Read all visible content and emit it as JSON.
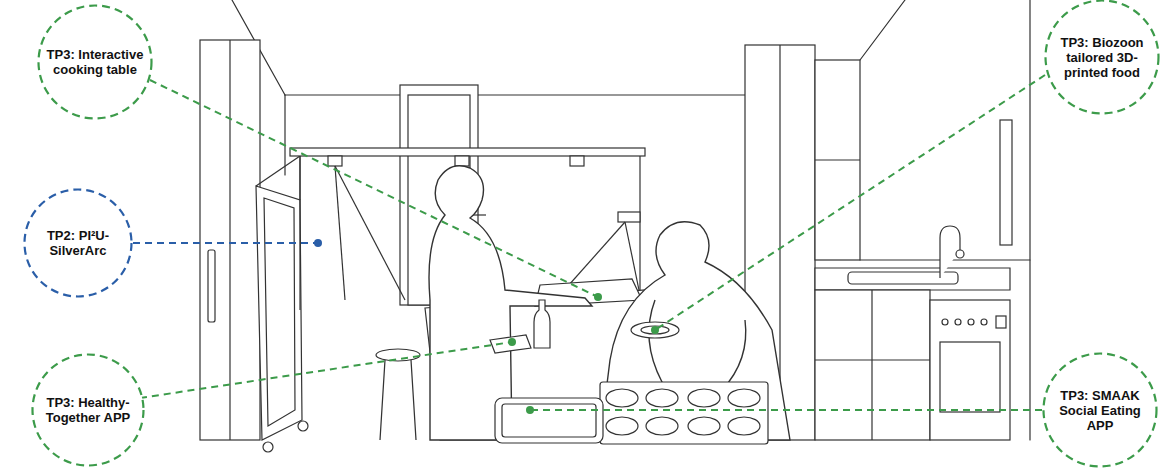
{
  "diagram": {
    "nodes": [
      {
        "text": [
          "TP3: Interactive cooking table"
        ]
      },
      {
        "text": [
          "TP3: Biozoon tailored 3D-printed food"
        ]
      },
      {
        "text": [
          "TP2: PI²U-SilverArc"
        ]
      },
      {
        "text": [
          "TP3: Healthy-Together APP"
        ]
      },
      {
        "text": [
          "TP3: SMAAK Social Eating APP"
        ]
      }
    ]
  }
}
